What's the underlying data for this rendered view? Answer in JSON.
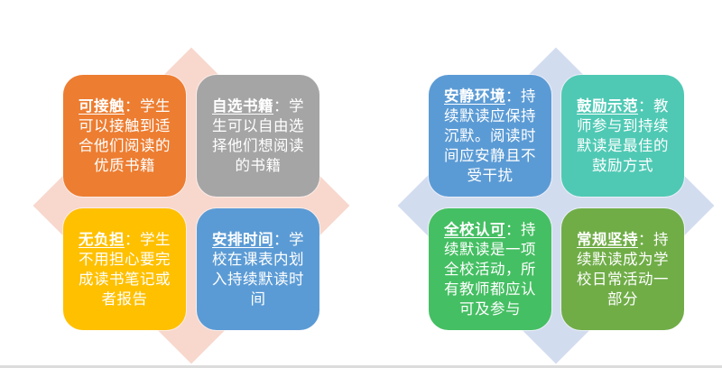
{
  "colors": {
    "left_diamond": "#f8d7cd",
    "right_diamond": "#d2dcef",
    "orange": "#ed7d31",
    "gray": "#a5a5a5",
    "yellow": "#ffc000",
    "blue": "#5b9bd5",
    "teal": "#4fc9b4",
    "green": "#45bf63",
    "olive_green": "#70ad47",
    "text": "#ffffff"
  },
  "left_group": {
    "boxes": [
      {
        "title": "可接触",
        "sep": "：",
        "body": "学生可以接触到适合他们阅读的优质书籍"
      },
      {
        "title": "自选书籍",
        "sep": "：",
        "body": "学生可以自由选择他们想阅读的书籍"
      },
      {
        "title": "无负担",
        "sep": "：",
        "body": "学生不用担心要完成读书笔记或者报告"
      },
      {
        "title": "安排时间",
        "sep": "：",
        "body": "学校在课表内划入持续默读时间"
      }
    ]
  },
  "right_group": {
    "boxes": [
      {
        "title": "安静环境",
        "sep": "：",
        "body": "持续默读应保持沉默。阅读时间应安静且不受干扰"
      },
      {
        "title": "鼓励示范",
        "sep": "：",
        "body": "教师参与到持续默读是最佳的鼓励方式"
      },
      {
        "title": "全校认可",
        "sep": "：",
        "body": "持续默读是一项全校活动，所有教师都应认可及参与"
      },
      {
        "title": "常规坚持",
        "sep": "：",
        "body": "持续默读成为学校日常活动一部分"
      }
    ]
  }
}
